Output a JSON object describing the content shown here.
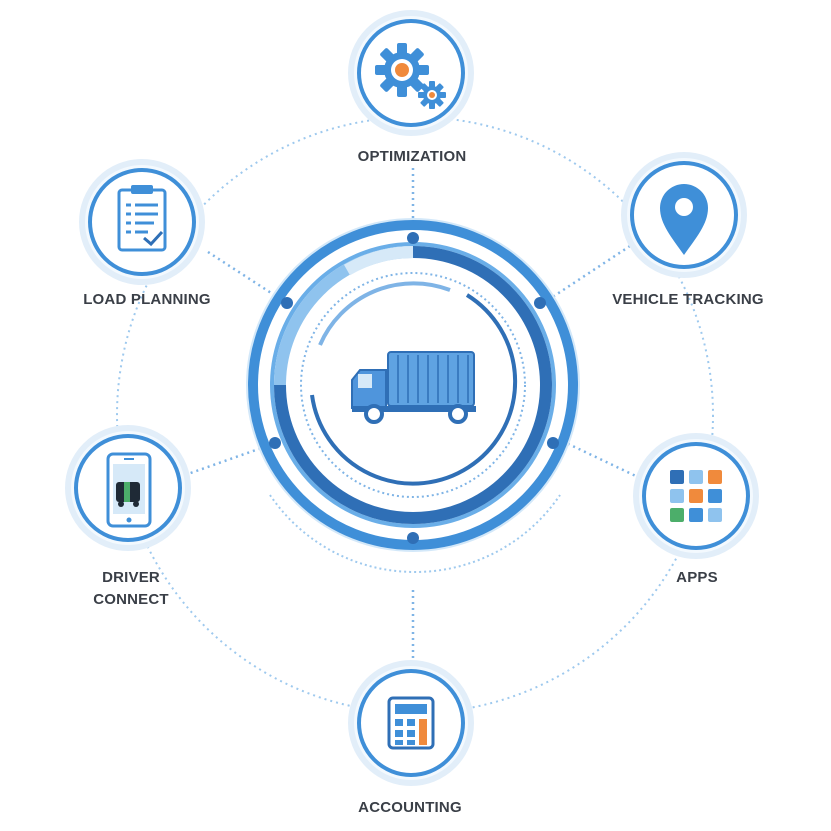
{
  "colors": {
    "primary": "#3f8fd8",
    "dark": "#2f6fb6",
    "light": "#8fc3ee",
    "pale": "#d6e9f8",
    "accent": "#f08a3c",
    "text": "#3a3f47"
  },
  "hub": {
    "icon": "truck-icon"
  },
  "nodes": [
    {
      "key": "optimization",
      "label": "OPTIMIZATION",
      "icon": "gears-icon"
    },
    {
      "key": "vehicle_tracking",
      "label": "VEHICLE TRACKING",
      "icon": "map-pin-icon"
    },
    {
      "key": "apps",
      "label": "APPS",
      "icon": "app-grid-icon"
    },
    {
      "key": "accounting",
      "label": "ACCOUNTING",
      "icon": "calculator-icon"
    },
    {
      "key": "driver_connect",
      "label_line1": "DRIVER",
      "label_line2": "CONNECT",
      "icon": "smartphone-truck-icon"
    },
    {
      "key": "load_planning",
      "label": "LOAD PLANNING",
      "icon": "clipboard-icon"
    }
  ]
}
